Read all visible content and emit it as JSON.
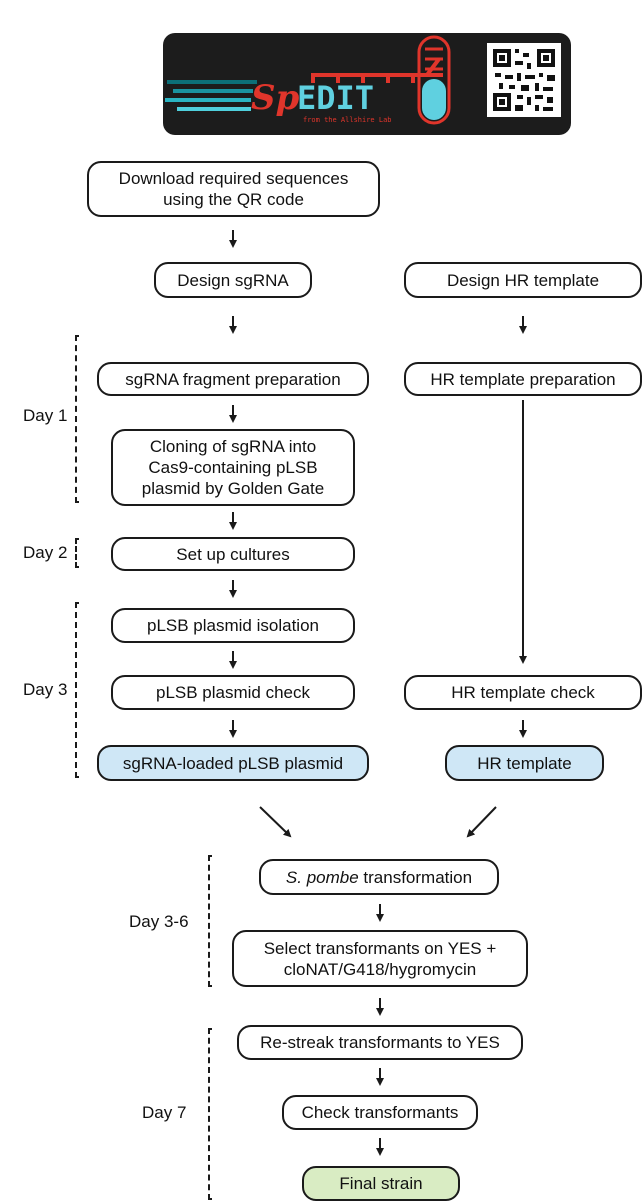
{
  "logo": {
    "title_prefix": "Sp",
    "title_main": "EDIT",
    "subtitle": "from the Allshire Lab",
    "qr_icon": "qr-code-icon",
    "colors": {
      "background": "#1c1c1c",
      "accent_red": "#e0352b",
      "accent_cyan": "#5fd0e0"
    }
  },
  "steps": {
    "download": "Download required sequences\nusing the QR code",
    "design_sgrna": "Design sgRNA",
    "design_hr": "Design HR template",
    "sgrna_fragment": "sgRNA fragment preparation",
    "hr_prep": "HR template preparation",
    "cloning": "Cloning of sgRNA into\nCas9-containing pLSB\nplasmid by Golden Gate",
    "cultures": "Set up cultures",
    "isolation": "pLSB plasmid isolation",
    "check": "pLSB plasmid check",
    "hr_check": "HR template check",
    "loaded": "sgRNA-loaded pLSB plasmid",
    "hr_template": "HR template",
    "transformation_species": "S. pombe",
    "transformation_rest": " transformation",
    "select": "Select transformants on YES +\ncloNAT/G418/hygromycin",
    "restreak": "Re-streak transformants to YES",
    "check_transformants": "Check transformants",
    "final": "Final strain"
  },
  "days": {
    "day1": "Day 1",
    "day2": "Day 2",
    "day3": "Day 3",
    "day36": "Day 3-6",
    "day7": "Day 7"
  },
  "colors": {
    "highlight_blue": "#cfe7f6",
    "highlight_green": "#d9ecc3"
  }
}
